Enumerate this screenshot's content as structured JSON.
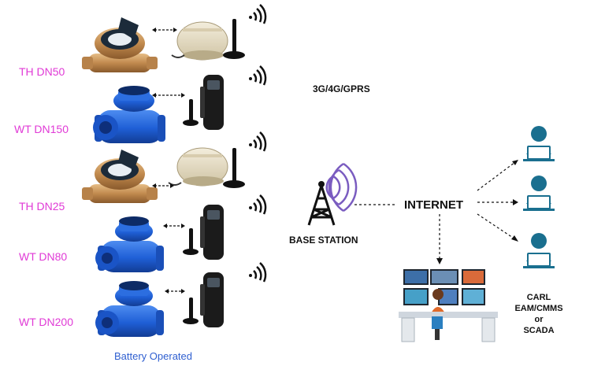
{
  "meters": [
    {
      "label": "TH DN50",
      "type": "brass",
      "module": "round"
    },
    {
      "label": "WT DN150",
      "type": "blue",
      "module": "tall"
    },
    {
      "label": "TH DN25",
      "type": "brass",
      "module": "round"
    },
    {
      "label": "WT DN80",
      "type": "blue",
      "module": "tall"
    },
    {
      "label": "WT DN200",
      "type": "blue",
      "module": "tall"
    }
  ],
  "battery_label": "Battery Operated",
  "network_label": "3G/4G/GPRS",
  "base_station_label": "BASE STATION",
  "internet_label": "INTERNET",
  "system_label": {
    "line1": "CARL",
    "line2": "EAM/CMMS",
    "line3": "or",
    "line4": "SCADA"
  },
  "colors": {
    "meter_label": "#e03ad6",
    "battery_label": "#2f5fd0",
    "meter_blue": "#1f5fd6",
    "brass": "#c9955a",
    "user_blue": "#1a6f8f"
  }
}
